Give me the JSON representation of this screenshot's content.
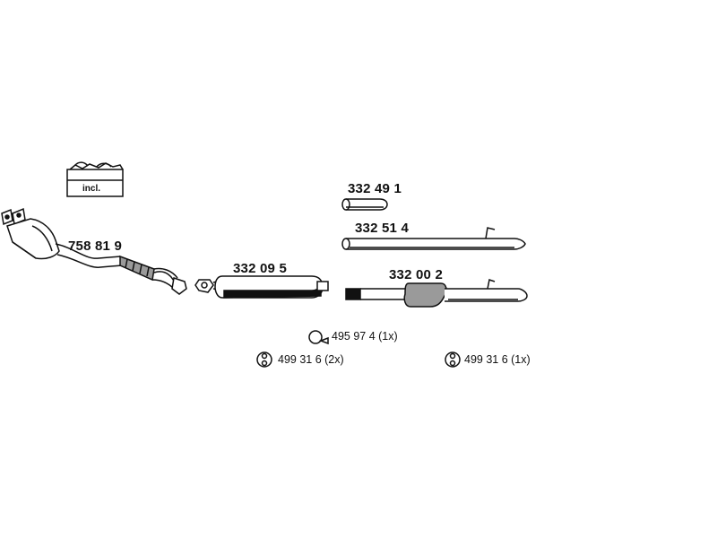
{
  "kit": {
    "incl_label": "incl."
  },
  "parts": {
    "catalytic_converter": "758 81 9",
    "front_silencer": "332 09 5",
    "short_pipe": "332 49 1",
    "long_pipe": "332 51 4",
    "middle_silencer_pipe": "332 00 2"
  },
  "accessories": {
    "clamp_ring": "495 97 4 (1x)",
    "rubber_mount_left": "499 31 6 (2x)",
    "rubber_mount_right": "499 31 6 (1x)"
  },
  "colors": {
    "line": "#111111",
    "fill": "#ffffff",
    "shade": "#9a9a9a"
  }
}
